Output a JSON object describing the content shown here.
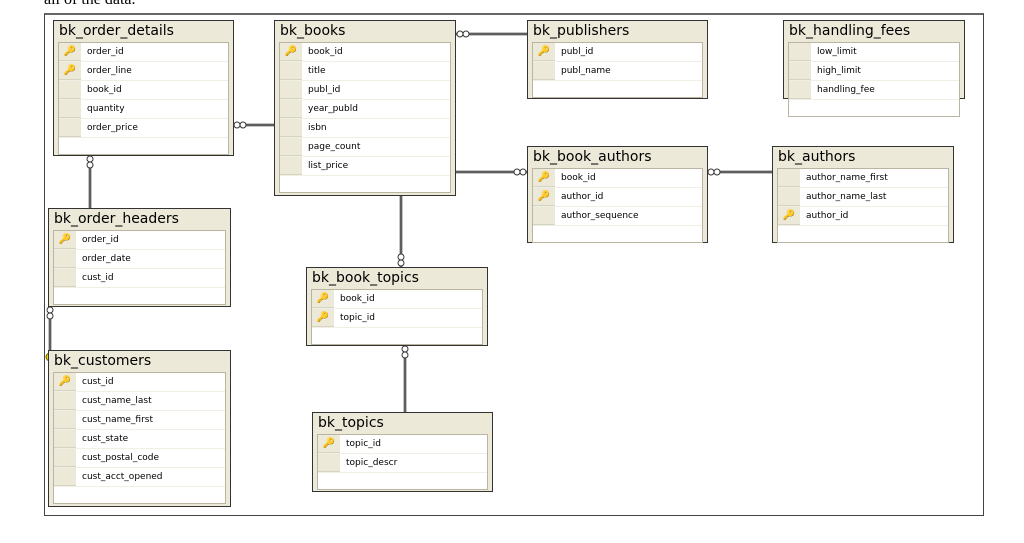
{
  "caption": "all of the data.",
  "tables": [
    {
      "name": "bk_order_details",
      "columns": [
        {
          "name": "order_id",
          "key": true
        },
        {
          "name": "order_line",
          "key": true
        },
        {
          "name": "book_id",
          "key": false
        },
        {
          "name": "quantity",
          "key": false
        },
        {
          "name": "order_price",
          "key": false
        }
      ]
    },
    {
      "name": "bk_books",
      "columns": [
        {
          "name": "book_id",
          "key": true
        },
        {
          "name": "title",
          "key": false
        },
        {
          "name": "publ_id",
          "key": false
        },
        {
          "name": "year_publd",
          "key": false
        },
        {
          "name": "isbn",
          "key": false
        },
        {
          "name": "page_count",
          "key": false
        },
        {
          "name": "list_price",
          "key": false
        }
      ]
    },
    {
      "name": "bk_publishers",
      "columns": [
        {
          "name": "publ_id",
          "key": true
        },
        {
          "name": "publ_name",
          "key": false
        }
      ]
    },
    {
      "name": "bk_handling_fees",
      "columns": [
        {
          "name": "low_limit",
          "key": false
        },
        {
          "name": "high_limit",
          "key": false
        },
        {
          "name": "handling_fee",
          "key": false
        }
      ]
    },
    {
      "name": "bk_book_authors",
      "columns": [
        {
          "name": "book_id",
          "key": true
        },
        {
          "name": "author_id",
          "key": true
        },
        {
          "name": "author_sequence",
          "key": false
        }
      ]
    },
    {
      "name": "bk_authors",
      "columns": [
        {
          "name": "author_name_first",
          "key": false
        },
        {
          "name": "author_name_last",
          "key": false
        },
        {
          "name": "author_id",
          "key": true
        }
      ]
    },
    {
      "name": "bk_order_headers",
      "columns": [
        {
          "name": "order_id",
          "key": true
        },
        {
          "name": "order_date",
          "key": false
        },
        {
          "name": "cust_id",
          "key": false
        }
      ]
    },
    {
      "name": "bk_book_topics",
      "columns": [
        {
          "name": "book_id",
          "key": true
        },
        {
          "name": "topic_id",
          "key": true
        }
      ]
    },
    {
      "name": "bk_customers",
      "columns": [
        {
          "name": "cust_id",
          "key": true
        },
        {
          "name": "cust_name_last",
          "key": false
        },
        {
          "name": "cust_name_first",
          "key": false
        },
        {
          "name": "cust_state",
          "key": false
        },
        {
          "name": "cust_postal_code",
          "key": false
        },
        {
          "name": "cust_acct_opened",
          "key": false
        }
      ]
    },
    {
      "name": "bk_topics",
      "columns": [
        {
          "name": "topic_id",
          "key": true
        },
        {
          "name": "topic_descr",
          "key": false
        }
      ]
    }
  ],
  "relationships": [
    {
      "many": "bk_order_details",
      "one": "bk_books"
    },
    {
      "many": "bk_books",
      "one": "bk_publishers"
    },
    {
      "many": "bk_book_authors",
      "one": "bk_books"
    },
    {
      "many": "bk_book_authors",
      "one": "bk_authors"
    },
    {
      "many": "bk_order_details",
      "one": "bk_order_headers"
    },
    {
      "many": "bk_order_headers",
      "one": "bk_customers"
    },
    {
      "many": "bk_book_topics",
      "one": "bk_books"
    },
    {
      "many": "bk_book_topics",
      "one": "bk_topics"
    }
  ],
  "colors": {
    "key": "#e8d800",
    "header": "#ece9d8",
    "line": "#333333"
  }
}
